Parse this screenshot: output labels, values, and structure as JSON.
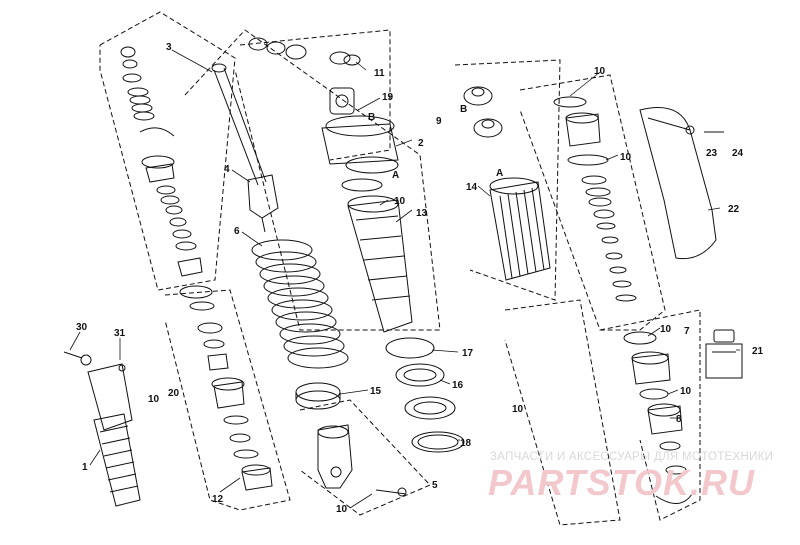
{
  "diagram": {
    "callouts": [
      "1",
      "2",
      "3",
      "4",
      "5",
      "6",
      "7",
      "8",
      "9",
      "10",
      "11",
      "12",
      "13",
      "14",
      "15",
      "16",
      "17",
      "18",
      "19",
      "20",
      "21",
      "22",
      "23",
      "24",
      "30",
      "31",
      "A",
      "B"
    ]
  },
  "watermark": {
    "caption": "ЗАПЧАСТИ И АКСЕССУАРЫ ДЛЯ МОТОТЕХНИКИ",
    "logo": "PARTSTOK.RU",
    "color": "#e9a5ad"
  }
}
